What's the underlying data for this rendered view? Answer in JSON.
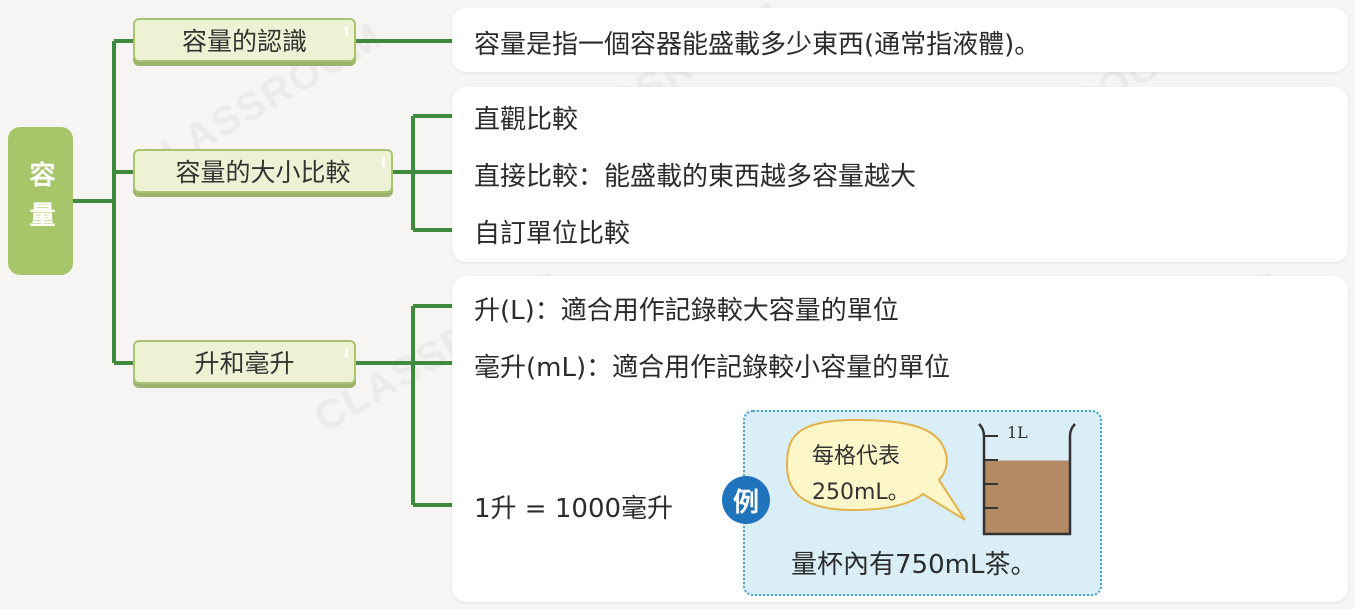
{
  "root": {
    "label": "容量"
  },
  "branches": [
    {
      "id": "recognition",
      "label": "容量的認識",
      "details": [
        "容量是指一個容器能盛載多少東西(通常指液體)。"
      ]
    },
    {
      "id": "comparison",
      "label": "容量的大小比較",
      "details": [
        "直觀比較",
        "直接比較：能盛載的東西越多容量越大",
        "自訂單位比較"
      ]
    },
    {
      "id": "units",
      "label": "升和毫升",
      "details": [
        "升(L)：適合用作記錄較大容量的單位",
        "毫升(mL)：適合用作記錄較小容量的單位",
        "1升 = 1000毫升"
      ]
    }
  ],
  "example": {
    "badge": "例",
    "bubble_line1": "每格代表",
    "bubble_line2": "250mL。",
    "cup_mark": "1L",
    "caption": "量杯內有750mL茶。",
    "fill_fraction": 0.75
  },
  "colors": {
    "green_line": "#3f8a3c",
    "node_fill": "#eef2d4",
    "root_fill": "#a7c66a",
    "badge": "#1f74bb",
    "tea": "#b38a63"
  }
}
